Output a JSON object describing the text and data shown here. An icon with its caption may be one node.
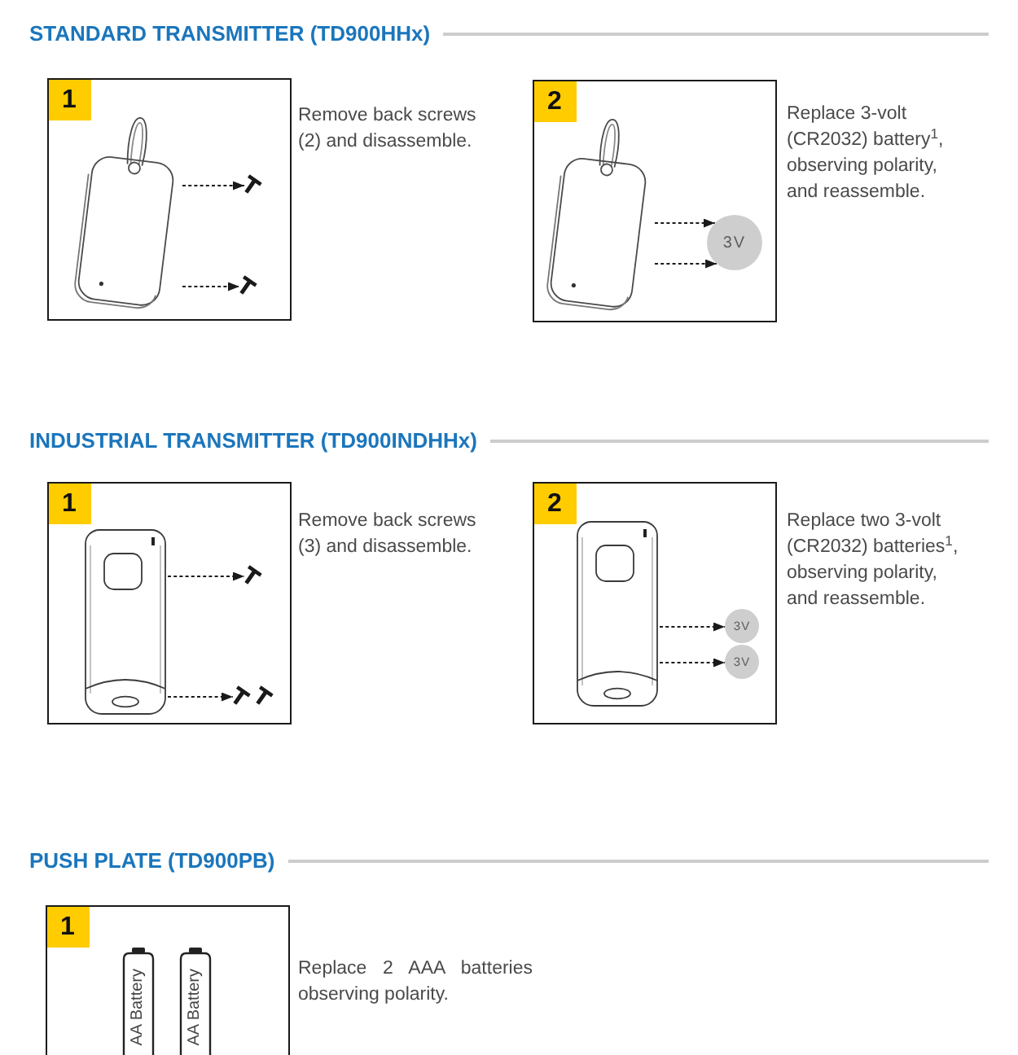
{
  "diagram": {
    "nodes": [
      {
        "text": [
          "1"
        ],
        "beside": [
          "Remove back screws (2) and disassemble."
        ]
      },
      {
        "text": [],
        "shape": "picture",
        "in": 0
      },
      {
        "text": [],
        "shape": "picture",
        "in": 0
      },
      {
        "text": [],
        "shape": "picture",
        "in": 0
      },
      {
        "text": [
          "2"
        ],
        "beside": [
          "Replace 3-volt (CR2032) battery$^{1}$, observing polarity, and reassemble."
        ]
      },
      {
        "text": [],
        "shape": "picture",
        "in": 4
      },
      {
        "text": [
          "3V"
        ],
        "in": 4
      },
      {
        "text": [
          "1"
        ],
        "beside": [
          "Remove back screws (3) and disassemble."
        ]
      },
      {
        "text": [],
        "shape": "picture",
        "in": 7
      },
      {
        "text": [],
        "shape": "picture",
        "in": 7
      },
      {
        "text": [],
        "shape": "picture",
        "in": 7
      },
      {
        "text": [],
        "shape": "picture",
        "in": 7
      },
      {
        "text": [
          "2"
        ],
        "beside": [
          "Replace two 3-volt (CR2032) batteries$^{1}$, observing polarity, and reassemble."
        ]
      },
      {
        "text": [],
        "shape": "picture",
        "in": 12
      },
      {
        "text": [
          "3V"
        ],
        "in": 12
      },
      {
        "text": [
          "3V"
        ],
        "in": 12
      },
      {
        "text": [
          "1"
        ],
        "beside": [
          "Replace 2 AAA batteries observing polarity."
        ]
      },
      {
        "text": [
          "AA Battery"
        ],
        "in": 16
      },
      {
        "text": [
          "AA Battery"
        ],
        "in": 16
      }
    ],
    "edges": [
      {
        "from": 1,
        "to": 2,
        "arrow": "to",
        "style": "dashed"
      },
      {
        "from": 1,
        "to": 3,
        "arrow": "to",
        "style": "dashed"
      },
      {
        "from": 5,
        "to": 6,
        "arrow": "to",
        "style": "dashed"
      },
      {
        "from": 5,
        "to": 6,
        "arrow": "to",
        "style": "dashed"
      },
      {
        "from": 8,
        "to": 9,
        "arrow": "to",
        "style": "dashed"
      },
      {
        "from": 8,
        "to": 10,
        "arrow": "to",
        "style": "dashed"
      },
      {
        "from": 13,
        "to": 14,
        "arrow": "to",
        "style": "dashed"
      },
      {
        "from": 13,
        "to": 15,
        "arrow": "to",
        "style": "dashed"
      }
    ],
    "labels": [
      "STANDARD TRANSMITTER (TD900HHx)",
      "INDUSTRIAL TRANSMITTER (TD900INDHHx)",
      "PUSH PLATE (TD900PB)"
    ]
  }
}
